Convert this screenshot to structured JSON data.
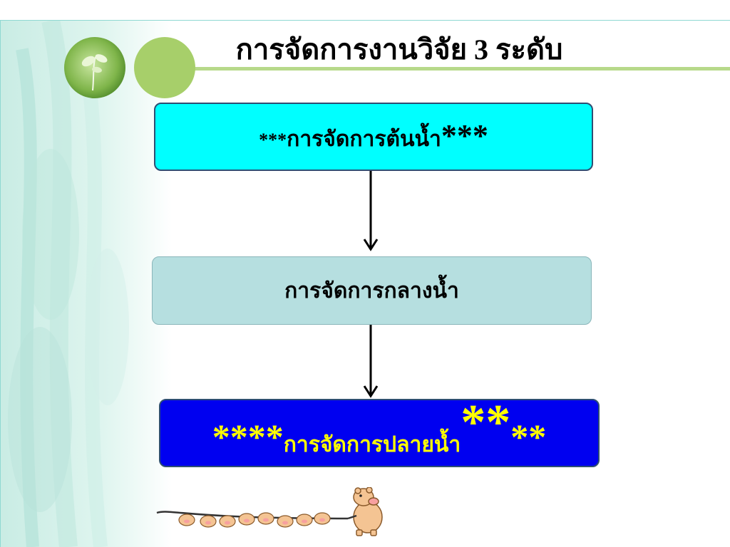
{
  "slide": {
    "title": "การจัดการงานวิจัย 3 ระดับ"
  },
  "flow": {
    "level1": {
      "prefix": "***",
      "label": "การจัดการต้นน้ำ",
      "suffix": "***"
    },
    "level2": {
      "label": "การจัดการกลางน้ำ"
    },
    "level3": {
      "prefix": "****",
      "label": "การจัดการปลายน้ำ",
      "suffix_big": "**",
      "suffix_small": "**"
    }
  },
  "colors": {
    "level1_fill": "#00ffff",
    "level2_fill": "#b6dfe0",
    "level3_fill": "#0000f0",
    "level3_text": "#ffff00",
    "accent_green": "#a7cf6a"
  },
  "icons": [
    "leaf-photo-icon",
    "green-circle-icon",
    "arrow-down-icon",
    "pig-chain-icon"
  ]
}
